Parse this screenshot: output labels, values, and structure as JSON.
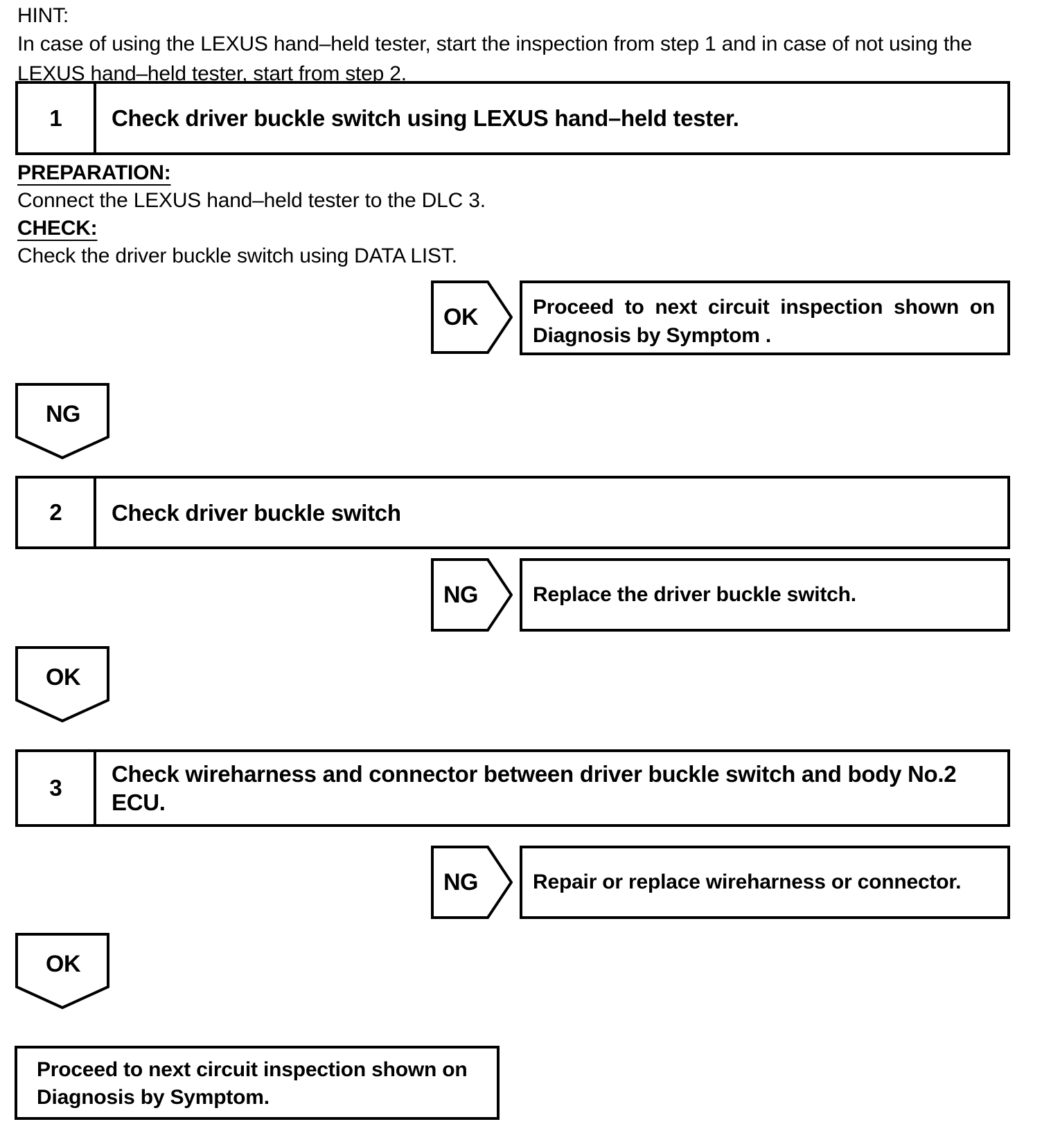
{
  "hint": {
    "label": "HINT:",
    "text": "In case of using the LEXUS hand–held tester, start the inspection from step 1 and in case of not using the LEXUS hand–held tester, start from step 2."
  },
  "steps": {
    "step1": {
      "number": "1",
      "title": "Check driver buckle switch using LEXUS hand–held tester."
    },
    "step2": {
      "number": "2",
      "title": "Check driver buckle switch"
    },
    "step3": {
      "number": "3",
      "title": "Check wireharness and connector between driver buckle switch and body No.2 ECU."
    }
  },
  "step1_details": {
    "preparation_label": "PREPARATION:",
    "preparation_text": "Connect the LEXUS hand–held tester to the DLC 3.",
    "check_label": "CHECK:",
    "check_text": "Check the driver buckle switch using DATA LIST."
  },
  "branches": {
    "ok1": {
      "label": "OK",
      "result_line1": "Proceed to next circuit inspection shown on",
      "result_line2": "Diagnosis by Symptom ."
    },
    "ng2": {
      "label": "NG",
      "result": "Replace the driver buckle switch."
    },
    "ng3": {
      "label": "NG",
      "result": "Repair or replace wireharness or connector."
    }
  },
  "connectors": {
    "ng1": {
      "label": "NG"
    },
    "ok2": {
      "label": "OK"
    },
    "ok3": {
      "label": "OK"
    }
  },
  "final_box": {
    "line1": "Proceed to next circuit inspection shown on",
    "line2": "Diagnosis by Symptom."
  },
  "colors": {
    "ink": "#000000",
    "paper": "#ffffff"
  }
}
